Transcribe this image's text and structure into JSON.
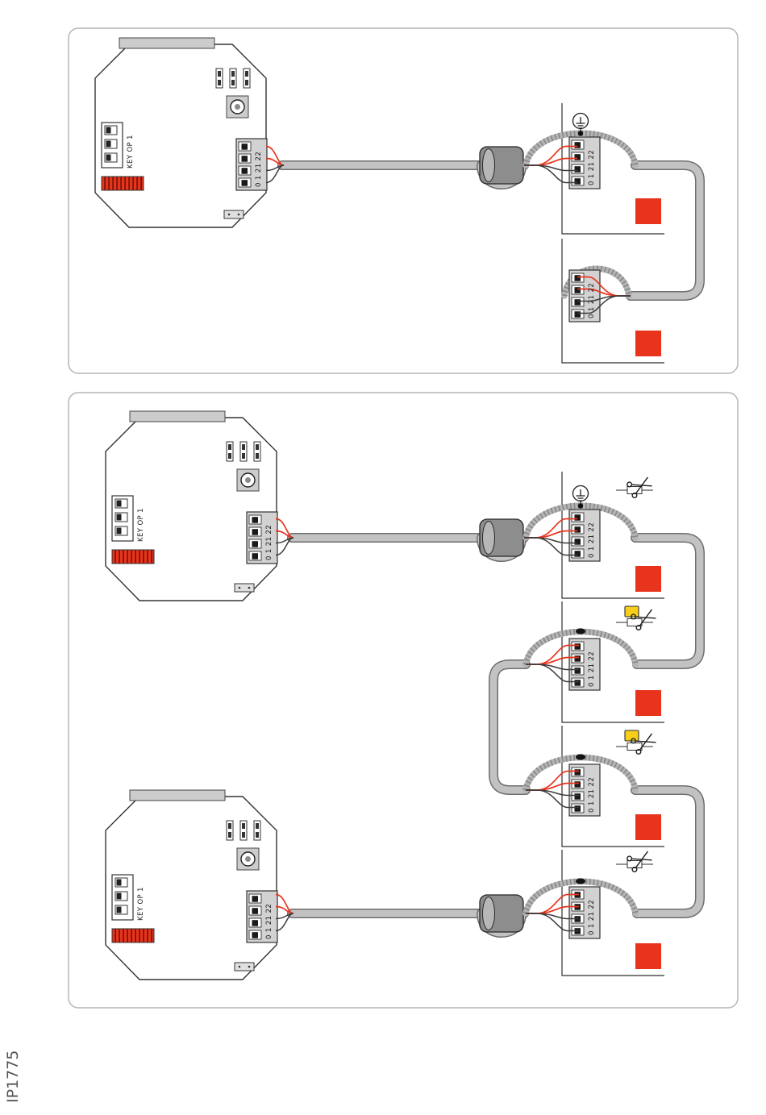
{
  "watermark": "IP1775",
  "labels": {
    "dip_switch": "KEY OP 1",
    "terminal_block": "0 1 21 22"
  },
  "colors": {
    "red": "#e8341c",
    "yellow": "#f7cf1a",
    "cable_gray": "#c2c2c2",
    "ferrite_gray": "#8d8d8d"
  },
  "diagram_top": {
    "keypad_count": 1,
    "device_count": 2,
    "devices": [
      {
        "terminal_label": "0 1 21 22",
        "ground": true,
        "button": "red"
      },
      {
        "terminal_label": "0 1 21 22",
        "button": "red"
      }
    ]
  },
  "diagram_bottom": {
    "keypad_count": 2,
    "device_count": 4,
    "devices": [
      {
        "terminal_label": "0 1 21 22",
        "ground": true,
        "cut_wire": true,
        "button": "red"
      },
      {
        "terminal_label": "0 1 21 22",
        "jumper": "yellow",
        "cut_wire": true,
        "insulated_shield": true,
        "button": "red"
      },
      {
        "terminal_label": "0 1 21 22",
        "jumper": "yellow",
        "cut_wire": true,
        "insulated_shield": true,
        "button": "red"
      },
      {
        "terminal_label": "0 1 21 22",
        "cut_wire": true,
        "insulated_shield": true,
        "button": "red"
      }
    ]
  }
}
